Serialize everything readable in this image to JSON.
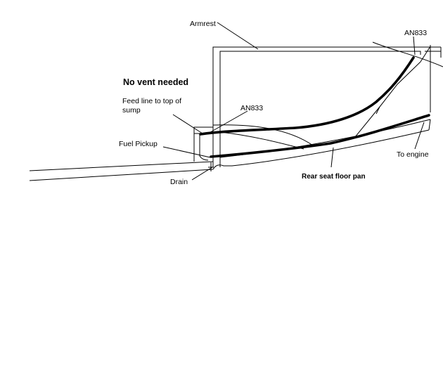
{
  "labels": {
    "armrest": "Armrest",
    "an833_top": "AN833",
    "no_vent": "No vent needed",
    "feed_line_1": "Feed line to top of",
    "feed_line_2": "sump",
    "an833_mid": "AN833",
    "fuel_pickup": "Fuel Pickup",
    "to_engine": "To engine",
    "drain": "Drain",
    "floor_pan": "Rear seat floor pan"
  }
}
